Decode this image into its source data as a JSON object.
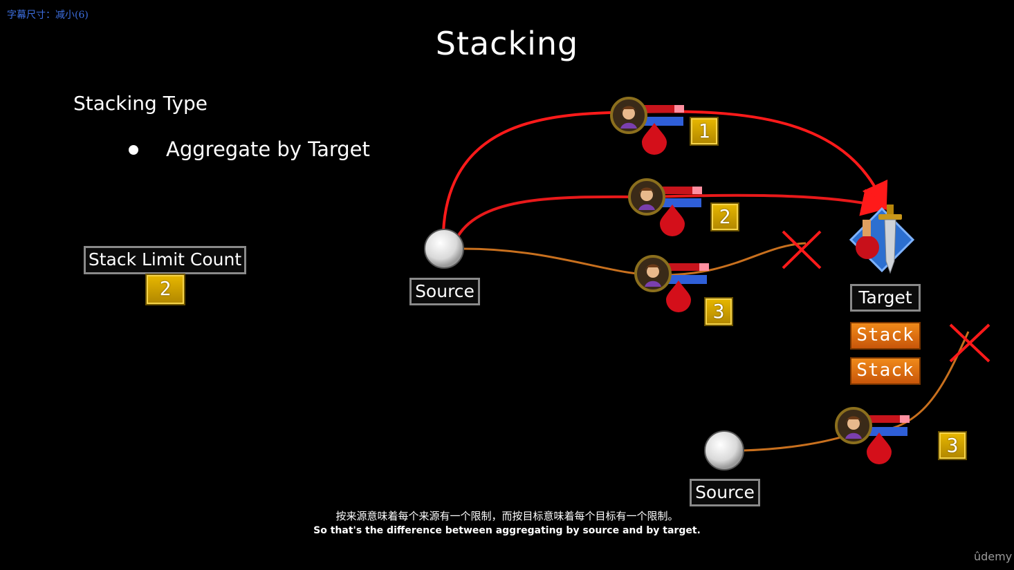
{
  "overlay_note": "字幕尺寸：减小(6)",
  "slide": {
    "title": "Stacking",
    "heading": "Stacking Type",
    "bullet": "Aggregate by Target",
    "stack_limit_label": "Stack Limit Count",
    "stack_limit_value": "2"
  },
  "diagram": {
    "source_label": "Source",
    "target_label": "Target",
    "stack_label": "Stack",
    "badges": [
      "1",
      "2",
      "3",
      "3"
    ]
  },
  "subtitles": {
    "chinese": "按来源意味着每个来源有一个限制，而按目标意味着每个目标有一个限制。",
    "english": "So that's the difference between aggregating by source and by target."
  },
  "watermark": "ûdemy",
  "colors": {
    "accent_red": "#ff1a1a",
    "accent_orange": "#c8701e",
    "badge_gold": "#d4a300",
    "stack_orange": "#e8781a"
  }
}
